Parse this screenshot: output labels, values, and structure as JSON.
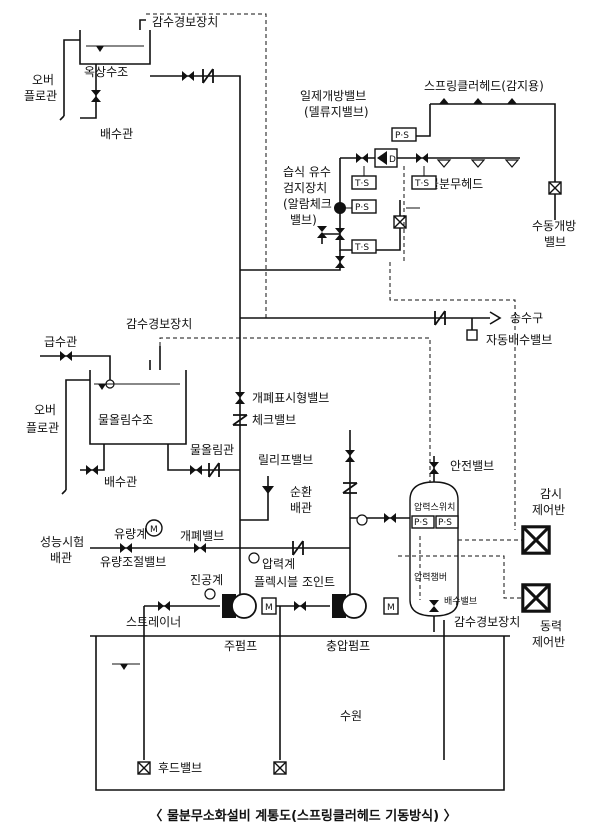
{
  "labels": {
    "alarm_top": "감수경보장치",
    "overflow_top": "오버\n플로관",
    "roof_tank": "옥상수조",
    "drain_top": "배수관",
    "deluge_valve": "일제개방밸브\n(델류지밸브)",
    "sprinkler_head": "스프링클러헤드(감지용)",
    "wet_alarm": "습식 유수\n검지장치\n(알람체크\n밸브)",
    "water_spray_head": "물분무헤드",
    "manual_valve": "수동개방\n밸브",
    "alarm_mid": "감수경보장치",
    "fire_dept_conn": "송수구",
    "auto_drain": "자동배수밸브",
    "supply_pipe": "급수관",
    "overflow_mid": "오버\n플로관",
    "priming_tank": "물올림수조",
    "drain_mid": "배수관",
    "priming_pipe": "물올림관",
    "open_close_valve": "개폐표시형밸브",
    "check_valve": "체크밸브",
    "relief_valve": "릴리프밸브",
    "circulation": "순환\n배관",
    "safety_valve": "안전밸브",
    "flowmeter": "유량계",
    "test_pipe": "성능시험\n배관",
    "gate_valve": "개폐밸브",
    "flow_ctrl_valve": "유량조절밸브",
    "pressure_gauge": "압력계",
    "vacuum_gauge": "진공계",
    "flex_joint": "플렉시블 조인트",
    "pressure_switch": "압력스위치",
    "pressure_chamber": "압력챔버",
    "drain_valve": "배수밸브",
    "alarm_bottom": "감수경보장치",
    "strainer": "스트레이너",
    "main_pump": "주펌프",
    "jockey_pump": "충압펌프",
    "monitor_panel": "감시\n제어반",
    "power_panel": "동력\n제어반",
    "water_source": "수원",
    "foot_valve": "후드밸브",
    "ps": "P·S",
    "ts": "T·S",
    "d": "D",
    "m": "M",
    "caption": "〈 물분무소화설비 계통도(스프링클러헤드 기동방식) 〉"
  }
}
